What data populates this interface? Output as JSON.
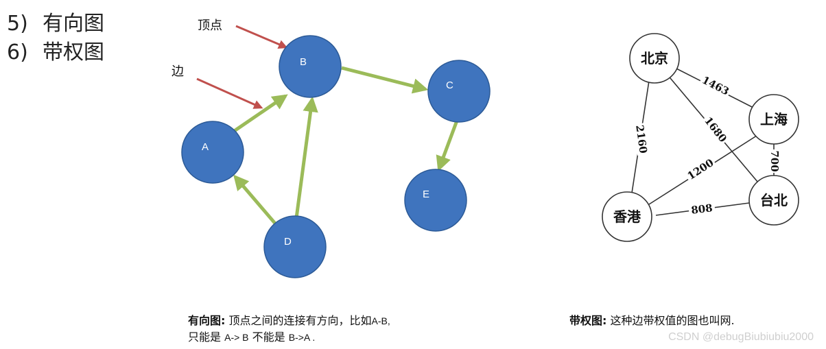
{
  "list": [
    {
      "num": "5)",
      "text": "有向图"
    },
    {
      "num": "6)",
      "text": "带权图"
    }
  ],
  "directed_graph": {
    "nodes": {
      "A": "A",
      "B": "B",
      "C": "C",
      "D": "D",
      "E": "E"
    },
    "annotations": {
      "vertex": "顶点",
      "edge": "边"
    },
    "node_color": "#3f74be",
    "edge_color": "#9bbb59",
    "annotation_arrow_color": "#c0504d"
  },
  "weighted_graph": {
    "nodes": {
      "beijing": "北京",
      "shanghai": "上海",
      "hongkong": "香港",
      "taibei": "台北"
    },
    "weights": {
      "bj_sh": "1463",
      "bj_tb": "1680",
      "bj_hk": "2160",
      "sh_hk": "1200",
      "sh_tb": "700",
      "hk_tb": "808"
    }
  },
  "captions": {
    "directed": {
      "title": "有向图:",
      "line1_text": "顶点之间的连接有方向，比如",
      "line1_example": "A-B,",
      "line2_pre": "只能是",
      "line2_ex1": "A-> B",
      "line2_mid": "不能是",
      "line2_ex2": "B->A ."
    },
    "weighted": {
      "title": "带权图:",
      "text": "这种边带权值的图也叫网."
    }
  },
  "watermark": "CSDN @debugBiubiubiu2000"
}
